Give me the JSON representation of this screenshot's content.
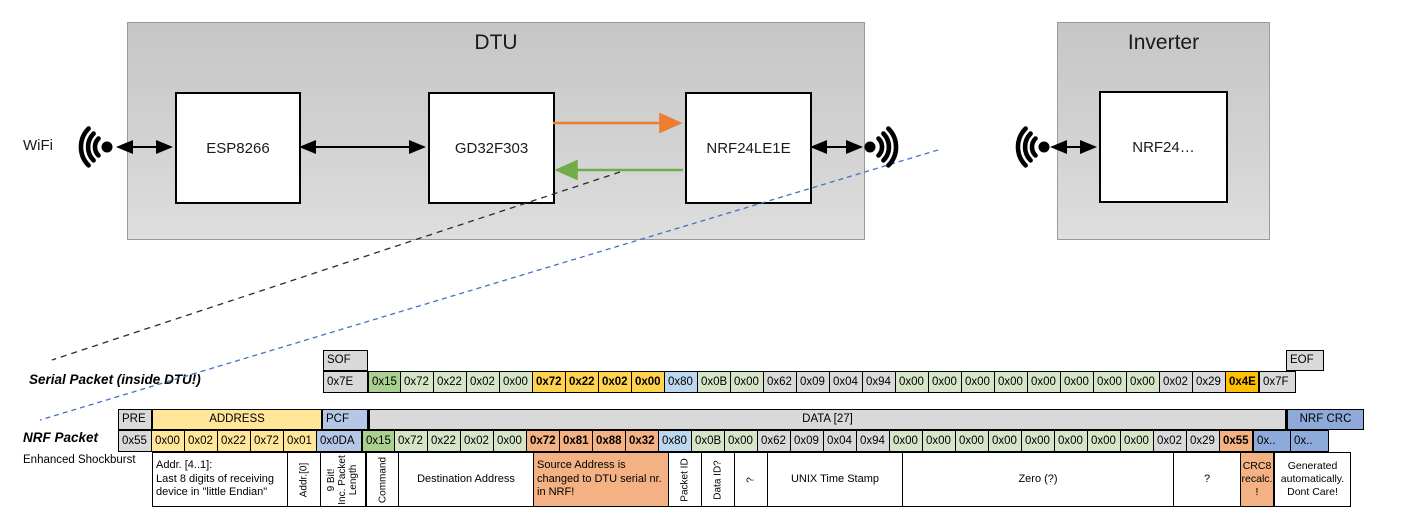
{
  "palette": {
    "gray": "#d9d9d9",
    "green_dark": "#a9d08e",
    "green_light": "#d6e4c7",
    "yellow": "#ffe699",
    "gold": "#ffd34d",
    "orange": "#ffc000",
    "blue_light": "#bdd7ee",
    "blue_pcf": "#b4c7e7",
    "blue_crc": "#8eaadb",
    "salmon": "#f4b183",
    "arrow_orange": "#ed7d31",
    "arrow_green": "#70ad47",
    "dash_blue": "#4472c4"
  },
  "diagram": {
    "wifi_label": "WiFi",
    "dtu_title": "DTU",
    "dtu_chips": [
      "ESP8266",
      "GD32F303",
      "NRF24LE1E"
    ],
    "inverter_title": "Inverter",
    "inverter_chip": "NRF24…"
  },
  "serial_packet": {
    "label": "Serial Packet (inside DTU!)",
    "sof_header": "SOF",
    "sof_value": "0x7E",
    "eof_header": "EOF",
    "eof_value": "0x7F",
    "bytes": [
      {
        "v": "0x15",
        "c": "gdark",
        "tl": 1
      },
      {
        "v": "0x72",
        "c": "glight"
      },
      {
        "v": "0x22",
        "c": "glight"
      },
      {
        "v": "0x02",
        "c": "glight"
      },
      {
        "v": "0x00",
        "c": "glight"
      },
      {
        "v": "0x72",
        "c": "gold",
        "b": 1
      },
      {
        "v": "0x22",
        "c": "gold",
        "b": 1
      },
      {
        "v": "0x02",
        "c": "gold",
        "b": 1
      },
      {
        "v": "0x00",
        "c": "gold",
        "b": 1
      },
      {
        "v": "0x80",
        "c": "blue"
      },
      {
        "v": "0x0B",
        "c": "glight"
      },
      {
        "v": "0x00",
        "c": "glight"
      },
      {
        "v": "0x62",
        "c": "gray"
      },
      {
        "v": "0x09",
        "c": "gray"
      },
      {
        "v": "0x04",
        "c": "gray"
      },
      {
        "v": "0x94",
        "c": "gray"
      },
      {
        "v": "0x00",
        "c": "glight"
      },
      {
        "v": "0x00",
        "c": "glight"
      },
      {
        "v": "0x00",
        "c": "glight"
      },
      {
        "v": "0x00",
        "c": "glight"
      },
      {
        "v": "0x00",
        "c": "glight"
      },
      {
        "v": "0x00",
        "c": "glight"
      },
      {
        "v": "0x00",
        "c": "glight"
      },
      {
        "v": "0x00",
        "c": "glight"
      },
      {
        "v": "0x02",
        "c": "gray"
      },
      {
        "v": "0x29",
        "c": "gray"
      },
      {
        "v": "0x4E",
        "c": "orange",
        "b": 1
      }
    ]
  },
  "nrf_packet": {
    "label": "NRF Packet",
    "sublabel": "Enhanced Shockburst",
    "pre_header": "PRE",
    "pre_value": "0x55",
    "address_header": "ADDRESS",
    "address_values": [
      "0x00",
      "0x02",
      "0x22",
      "0x72",
      "0x01"
    ],
    "pcf_header": "PCF",
    "pcf_value": "0x0DA",
    "data_header": "DATA [27]",
    "bytes": [
      {
        "v": "0x15",
        "c": "gdark",
        "tl": 1
      },
      {
        "v": "0x72",
        "c": "glight"
      },
      {
        "v": "0x22",
        "c": "glight"
      },
      {
        "v": "0x02",
        "c": "glight"
      },
      {
        "v": "0x00",
        "c": "glight"
      },
      {
        "v": "0x72",
        "c": "salmon",
        "b": 1
      },
      {
        "v": "0x81",
        "c": "salmon",
        "b": 1
      },
      {
        "v": "0x88",
        "c": "salmon",
        "b": 1
      },
      {
        "v": "0x32",
        "c": "salmon",
        "b": 1
      },
      {
        "v": "0x80",
        "c": "blue"
      },
      {
        "v": "0x0B",
        "c": "glight"
      },
      {
        "v": "0x00",
        "c": "glight"
      },
      {
        "v": "0x62",
        "c": "gray"
      },
      {
        "v": "0x09",
        "c": "gray"
      },
      {
        "v": "0x04",
        "c": "gray"
      },
      {
        "v": "0x94",
        "c": "gray"
      },
      {
        "v": "0x00",
        "c": "glight"
      },
      {
        "v": "0x00",
        "c": "glight"
      },
      {
        "v": "0x00",
        "c": "glight"
      },
      {
        "v": "0x00",
        "c": "glight"
      },
      {
        "v": "0x00",
        "c": "glight"
      },
      {
        "v": "0x00",
        "c": "glight"
      },
      {
        "v": "0x00",
        "c": "glight"
      },
      {
        "v": "0x00",
        "c": "glight"
      },
      {
        "v": "0x02",
        "c": "gray"
      },
      {
        "v": "0x29",
        "c": "gray"
      },
      {
        "v": "0x55",
        "c": "salmon",
        "b": 1
      }
    ],
    "crc_header": "NRF CRC",
    "crc_values": [
      "0x..",
      "0x.."
    ],
    "annotations": [
      {
        "text": "Addr. [4..1]:\nLast 8 digits of receiving device in \"little Endian\"",
        "span": 4,
        "align": "left"
      },
      {
        "text": "Addr.[0]",
        "span": 1,
        "vertical": true
      },
      {
        "text": "9 Bit!\nInc. Packet Length",
        "span": 1,
        "vertical": true,
        "unit": "pcf"
      },
      {
        "text": "Command",
        "span": 1,
        "vertical": true,
        "tl": 1
      },
      {
        "text": "Destination Address",
        "span": 4
      },
      {
        "text": "Source Address is changed to DTU serial nr. in NRF!",
        "span": 4,
        "bg": "salmon",
        "align": "left"
      },
      {
        "text": "Packet ID",
        "span": 1,
        "vertical": true
      },
      {
        "text": "Data ID?",
        "span": 1,
        "vertical": true
      },
      {
        "text": "?",
        "span": 1,
        "vertical": true
      },
      {
        "text": "UNIX Time Stamp",
        "span": 4
      },
      {
        "text": "Zero (?)",
        "span": 8
      },
      {
        "text": "?",
        "span": 2
      },
      {
        "text": "CRC8 recalc. !",
        "span": 1,
        "bg": "salmon",
        "small": 1
      },
      {
        "text": "Generated automatically. Dont Care!",
        "span": 2,
        "unit": "crc",
        "small": 1,
        "tl": 1
      }
    ]
  }
}
